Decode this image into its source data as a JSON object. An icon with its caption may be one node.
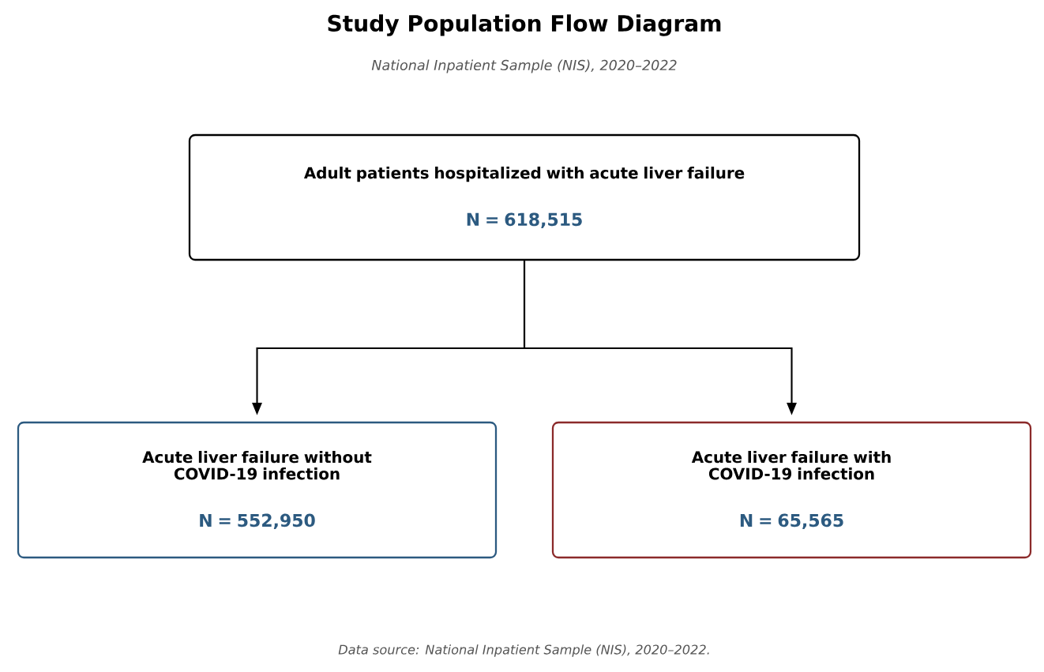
{
  "diagram": {
    "title": "Study Population Flow Diagram",
    "caption": "Data source: National Inpatient Sample (NIS), 2020–2022.",
    "nodes": [
      {
        "text": [
          "Adult patients hospitalized with acute liver failure",
          "N = 618,515"
        ]
      },
      {
        "text": [
          "Acute liver failure without COVID-19 infection",
          "N = 552,950"
        ]
      },
      {
        "text": [
          "Acute liver failure with COVID-19 infection",
          "N = 65,565"
        ]
      }
    ],
    "edges": [
      {
        "from": 0,
        "to": 1,
        "arrow": "to"
      },
      {
        "from": 0,
        "to": 2,
        "arrow": "to"
      }
    ],
    "labels": [
      "National Inpatient Sample (NIS), 2020–2022"
    ]
  }
}
